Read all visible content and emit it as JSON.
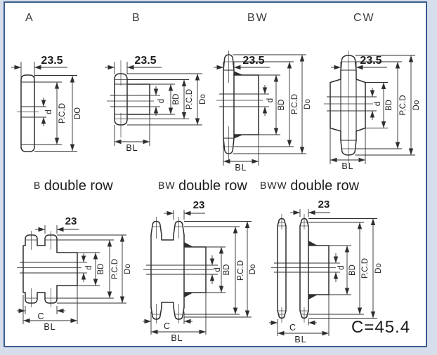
{
  "colors": {
    "outer_bg": "#d5deea",
    "frame_border": "#3a5c8f",
    "ink": "#2e2e2e"
  },
  "footer": {
    "note": "C=45.4"
  },
  "diagrams": {
    "a": {
      "title": "A",
      "width": "23.5",
      "bore": "d",
      "pcd": "P.C.D",
      "outer": "DO"
    },
    "b": {
      "title": "B",
      "width": "23.5",
      "bore": "d",
      "hub": "BD",
      "pcd": "P.C.D",
      "outer": "Do",
      "hub_len": "BL"
    },
    "bw": {
      "title": "BW",
      "width": "23.5",
      "bore": "d",
      "hub": "BD",
      "pcd": "P.C.D",
      "outer": "Do",
      "hub_len": "BL"
    },
    "cw": {
      "title": "CW",
      "width": "23.5",
      "bore": "d",
      "hub": "BD",
      "pcd": "P.C.D",
      "outer": "Do",
      "hub_len": "BL"
    },
    "b2": {
      "code": "B",
      "row_label": "double row",
      "width": "23",
      "bore": "d",
      "hub": "BD",
      "pcd": "P.C.D",
      "outer": "Do",
      "row_c": "C",
      "hub_len": "BL"
    },
    "bw2": {
      "code": "BW",
      "row_label": "double row",
      "width": "23",
      "bore": "d",
      "hub": "BD",
      "pcd": "P.C.D",
      "outer": "Do",
      "row_c": "C",
      "hub_len": "BL"
    },
    "bww2": {
      "code": "BWW",
      "row_label": "double row",
      "width": "23",
      "bore": "d",
      "hub": "BD",
      "pcd": "P.C.D",
      "outer": "Do",
      "row_c": "C",
      "hub_len": "BL"
    }
  }
}
